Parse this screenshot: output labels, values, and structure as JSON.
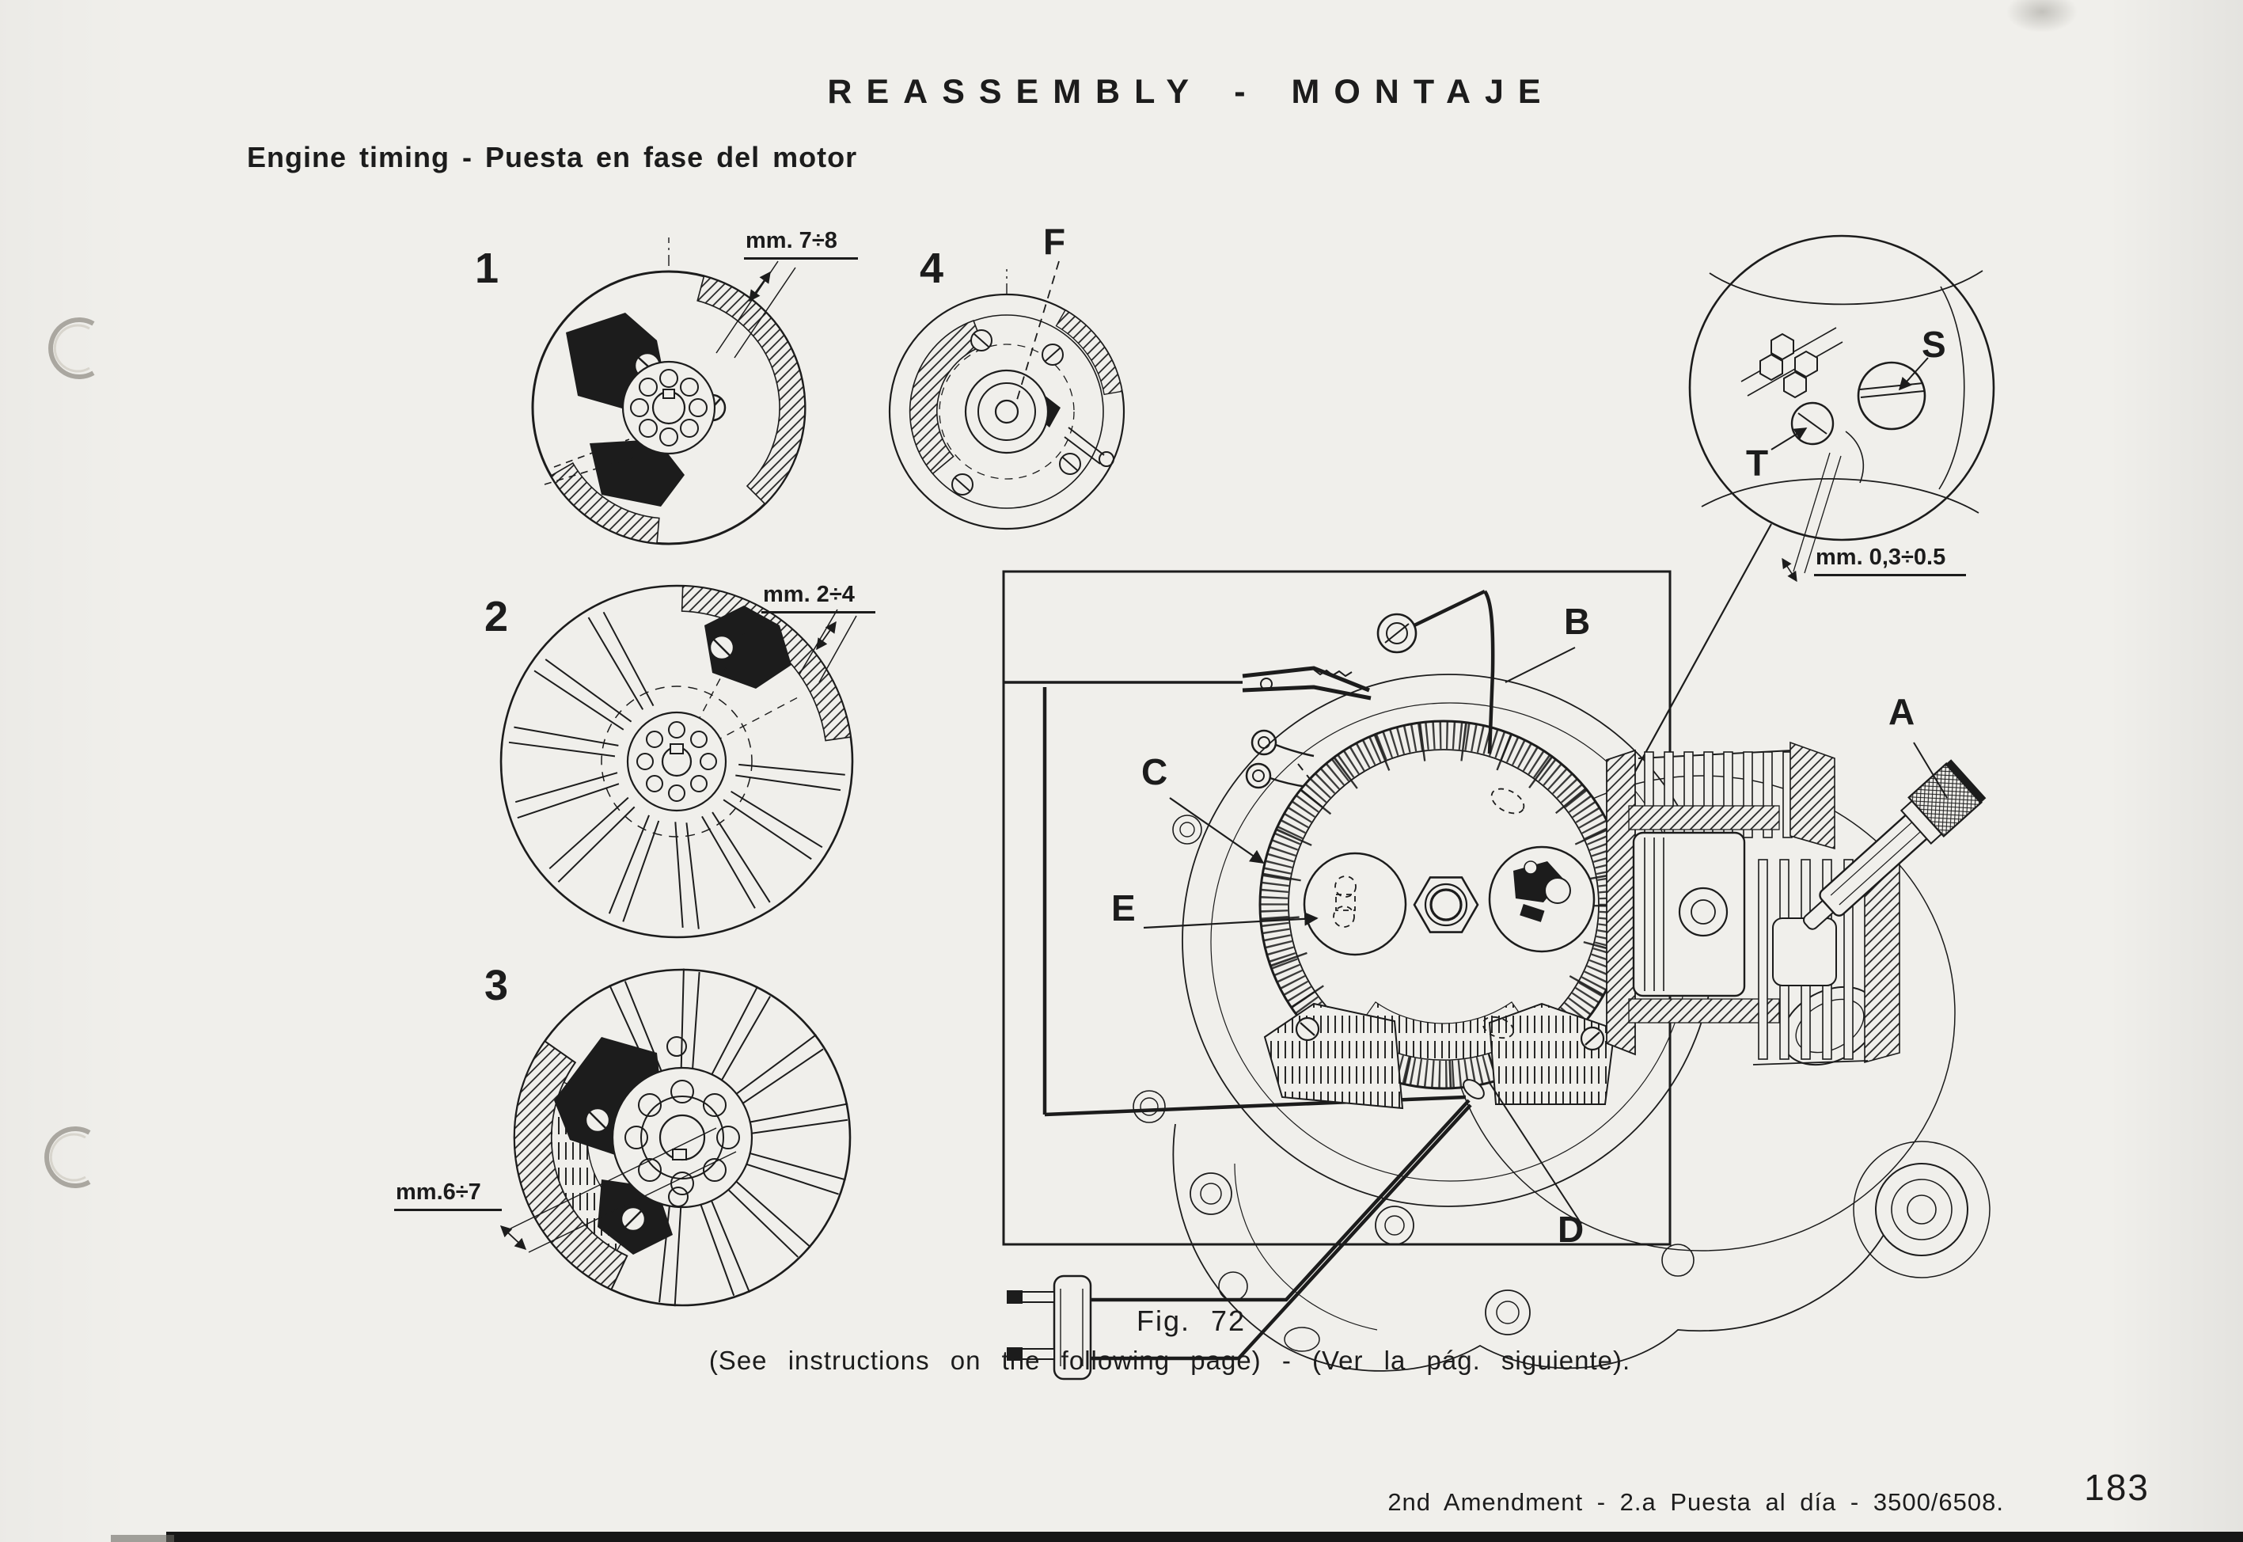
{
  "page": {
    "header_title": "REASSEMBLY - MONTAJE",
    "section_title": "Engine timing - Puesta en fase del motor",
    "figure": {
      "caption": "Fig. 72",
      "note": "(See instructions on the following page) - (Ver la pág. siguiente)."
    },
    "footer": {
      "amendment_note": "2nd Amendment - 2.a Puesta al día - 3500/6508.",
      "page_number": "183"
    }
  },
  "diagrams": {
    "flywheel_gap_check": {
      "number": "1",
      "dimension_label": "mm. 7÷8"
    },
    "flywheel_fan_gap_check": {
      "number": "2",
      "dimension_label": "mm. 2÷4"
    },
    "flywheel_fan_lower_gap_check": {
      "number": "3",
      "dimension_label": "mm.6÷7"
    },
    "stator_plate": {
      "number": "4",
      "part_label_f": "F"
    },
    "points_detail_inset": {
      "part_label_s": "S",
      "part_label_t": "T",
      "dimension_label": "mm. 0,3÷0.5"
    },
    "engine_timing_setup": {
      "part_label_a": "A",
      "part_label_b": "B",
      "part_label_c": "C",
      "part_label_d": "D",
      "part_label_e": "E"
    }
  },
  "colors": {
    "ink": "#1c1c1c",
    "paper": "#f0efeb"
  }
}
